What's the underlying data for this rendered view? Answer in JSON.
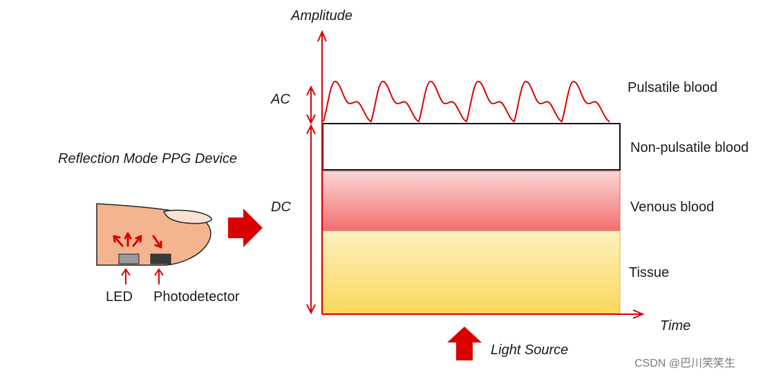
{
  "device": {
    "title": "Reflection Mode PPG Device",
    "led_label": "LED",
    "photodetector_label": "Photodetector"
  },
  "diagram": {
    "y_axis_label": "Amplitude",
    "x_axis_label": "Time",
    "ac_label": "AC",
    "dc_label": "DC",
    "light_source_label": "Light Source",
    "layers": [
      {
        "label": "Pulsatile blood"
      },
      {
        "label": "Non-pulsatile blood"
      },
      {
        "label": "Venous blood"
      },
      {
        "label": "Tissue"
      }
    ]
  },
  "colors": {
    "accent_red": "#d90000",
    "finger_skin": "#f3b48f",
    "nail": "#f7e3d6",
    "venous_top": "#fcd6d6",
    "venous_bottom": "#f26f6f",
    "tissue_top": "#fdf1c0",
    "tissue_bottom": "#fbd85a",
    "led": "#9a9a9a",
    "photodetector": "#3a3a3a"
  },
  "watermark": "CSDN @巴川笑笑生"
}
